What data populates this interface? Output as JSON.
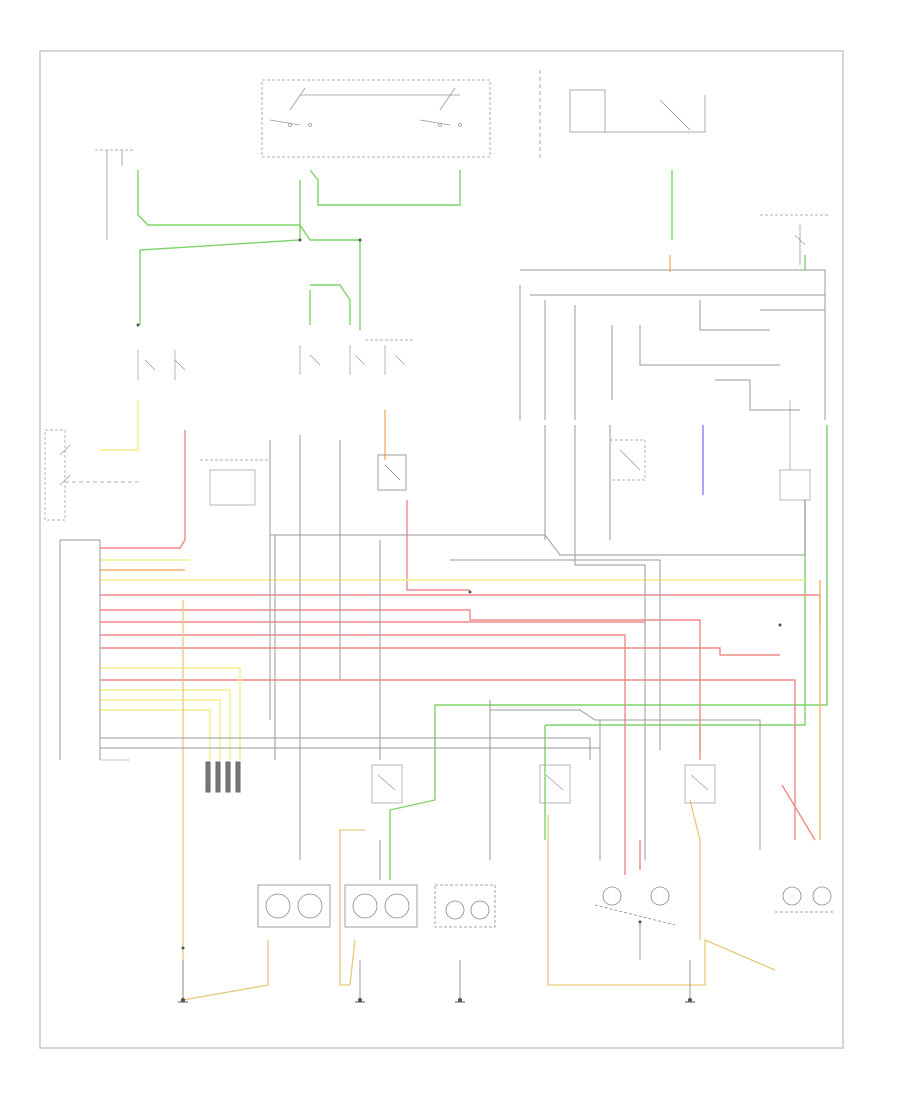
{
  "footer": {
    "code": ""
  },
  "components": [
    {
      "id": "instrument-cluster-sensor",
      "label": ""
    },
    {
      "id": "headlamp-switch",
      "label": ""
    },
    {
      "id": "fuse-relay-panel-top",
      "label": ""
    },
    {
      "id": "hood-latch-underhood-fuse",
      "label": ""
    },
    {
      "id": "fuse-block-right",
      "label": ""
    },
    {
      "id": "light-control-module-left",
      "label": ""
    },
    {
      "id": "dimmer-relay",
      "label": ""
    },
    {
      "id": "ground-gsm",
      "label": ""
    },
    {
      "id": "turn-signal-flasher",
      "label": ""
    },
    {
      "id": "light-switch-panel",
      "label": ""
    },
    {
      "id": "relay-center",
      "label": ""
    },
    {
      "id": "lamp-failure-module",
      "label": ""
    },
    {
      "id": "headlamp-relay-unit",
      "label": ""
    },
    {
      "id": "instrument-panel-connector",
      "label": ""
    },
    {
      "id": "brake-pressure-switch",
      "label": ""
    },
    {
      "id": "left-front-lamp-relay",
      "label": ""
    },
    {
      "id": "right-front-lamp-relay",
      "label": ""
    },
    {
      "id": "left-rear-lamp-relay",
      "label": ""
    },
    {
      "id": "right-rear-lamp-relay",
      "label": ""
    },
    {
      "id": "left-front-headlamp",
      "label": ""
    },
    {
      "id": "right-front-headlamp",
      "label": ""
    },
    {
      "id": "rear-license-lamp",
      "label": ""
    },
    {
      "id": "left-tail-lamp",
      "label": ""
    },
    {
      "id": "right-tail-lamp",
      "label": ""
    },
    {
      "id": "ground-g1",
      "label": ""
    },
    {
      "id": "ground-g2",
      "label": ""
    },
    {
      "id": "ground-g3",
      "label": ""
    },
    {
      "id": "ground-g4",
      "label": ""
    }
  ]
}
